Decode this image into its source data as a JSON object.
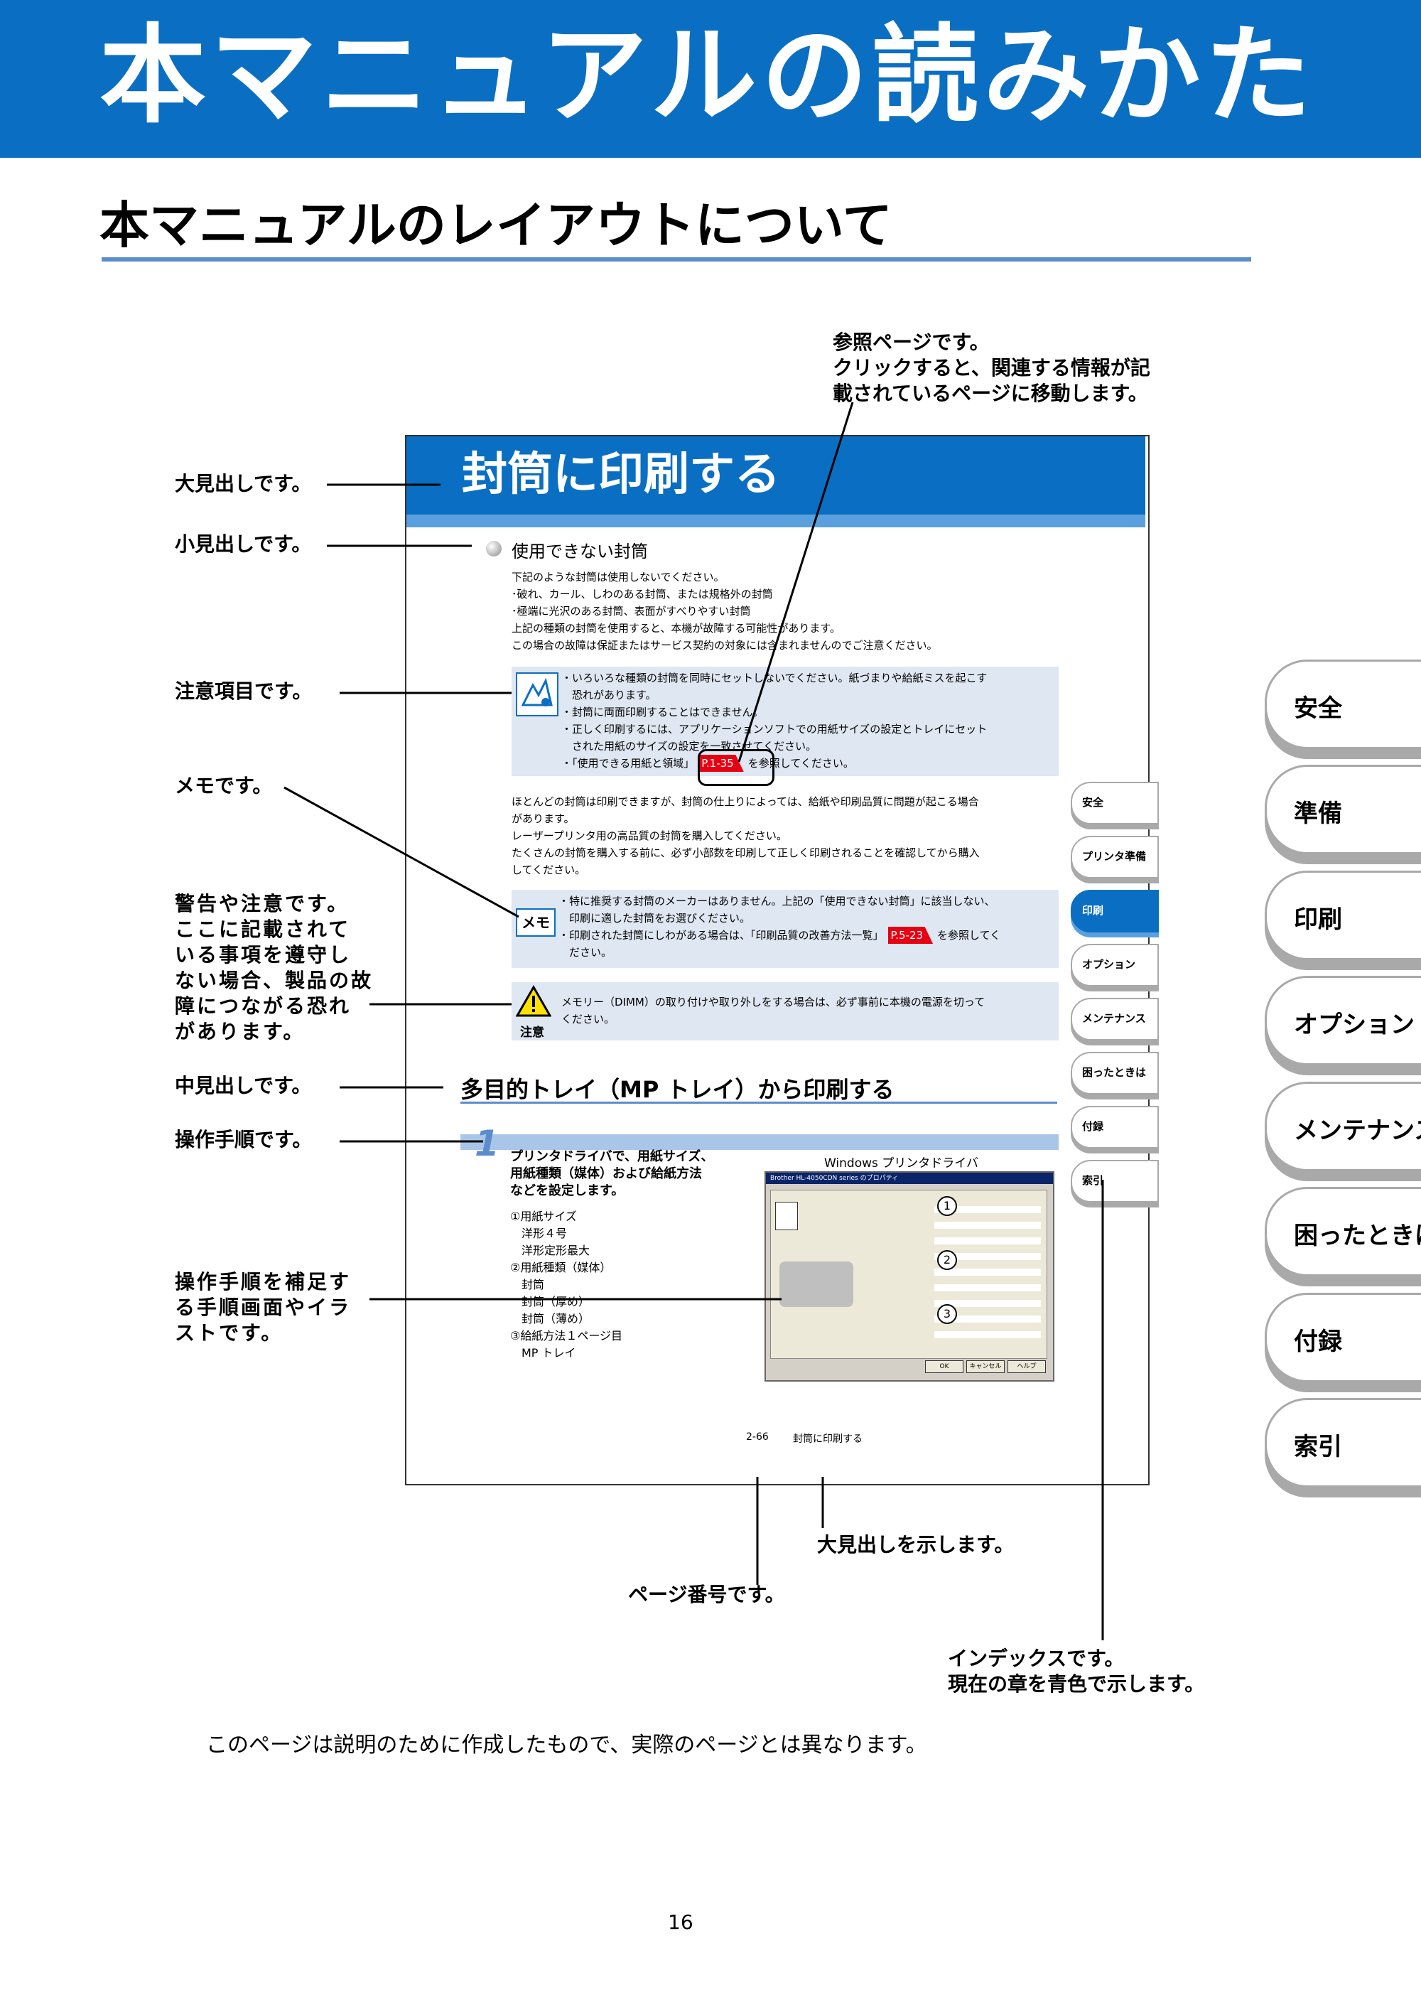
{
  "header": {
    "title": "本マニュアルの読みかた"
  },
  "section": {
    "title": "本マニュアルのレイアウトについて"
  },
  "chapter_tabs": [
    "安全",
    "準備",
    "印刷",
    "オプション",
    "メンテナンス",
    "困ったときは",
    "付録",
    "索引"
  ],
  "annotations": {
    "large_heading": "大見出しです。",
    "small_heading": "小見出しです。",
    "caution_item": "注意項目です。",
    "memo": "メモです。",
    "warning": [
      "警告や注意です。",
      "ここに記載されて",
      "いる事項を遵守し",
      "ない場合、製品の故",
      "障につながる恐れ",
      "があります。"
    ],
    "medium_heading": "中見出しです。",
    "procedure": "操作手順です。",
    "supplement": [
      "操作手順を補足す",
      "る手順画面やイラ",
      "ストです。"
    ],
    "reference_page": [
      "参照ページです。",
      "クリックすると、関連する情報が記",
      "載されているページに移動します。"
    ],
    "shows_heading": "大見出しを示します。",
    "page_number": "ページ番号です。",
    "index": [
      "インデックスです。",
      "現在の章を青色で示します。"
    ]
  },
  "sample_page": {
    "title": "封筒に印刷する",
    "small_heading": "使用できない封筒",
    "intro": [
      "下記のような封筒は使用しないでください。",
      "･破れ、カール、しわのある封筒、または規格外の封筒",
      "･極端に光沢のある封筒、表面がすべりやすい封筒",
      "上記の種類の封筒を使用すると、本機が故障する可能性があります。",
      "この場合の故障は保証またはサービス契約の対象には含まれませんのでご注意ください。"
    ],
    "caution": [
      "・いろいろな種類の封筒を同時にセットしないでください。紙づまりや給紙ミスを起こす",
      "　恐れがあります。",
      "・封筒に両面印刷することはできません。",
      "・正しく印刷するには、アプリケーションソフトでの用紙サイズの設定とトレイにセット",
      "　された用紙のサイズの設定を一致させてください。",
      "・「使用できる用紙と領域」",
      "を参照してください。"
    ],
    "ref1": "P.1-35",
    "body": [
      "ほとんどの封筒は印刷できますが、封筒の仕上りによっては、給紙や印刷品質に問題が起こる場合",
      "があります。",
      "レーザープリンタ用の高品質の封筒を購入してください。",
      "たくさんの封筒を購入する前に、必ず小部数を印刷して正しく印刷されることを確認してから購入",
      "してください。"
    ],
    "memo_label": "メモ",
    "memo": [
      "・特に推奨する封筒のメーカーはありません。上記の「使用できない封筒」に該当しない、",
      "　印刷に適した封筒をお選びください。",
      "・印刷された封筒にしわがある場合は、「印刷品質の改善方法一覧」",
      "を参照してく",
      "　ださい。"
    ],
    "ref2": "P.5-23",
    "warn_label": "注意",
    "warn": [
      "メモリー（DIMM）の取り付けや取り外しをする場合は、必ず事前に本機の電源を切って",
      "ください。"
    ],
    "medium_heading": "多目的トレイ（MP トレイ）から印刷する",
    "step_number": "1",
    "step_text": [
      "プリンタドライバで、用紙サイズ、",
      "用紙種類（媒体）および給紙方法",
      "などを設定します。"
    ],
    "step_list": [
      "①用紙サイズ",
      "　洋形４号",
      "　洋形定形最大",
      "②用紙種類（媒体）",
      "　封筒",
      "　封筒（厚め）",
      "　封筒（薄め）",
      "③給紙方法１ページ目",
      "　MP トレイ"
    ],
    "screenshot_caption": "Windows プリンタドライバ",
    "dialog_title": "Brother HL-4050CDN series のプロパティ",
    "dialog_buttons": [
      "OK",
      "キャンセル",
      "ヘルプ"
    ],
    "footer_page": "2-66",
    "footer_title": "封筒に印刷する",
    "mini_tabs": [
      "安全",
      "プリンタ準備",
      "印刷",
      "オプション",
      "メンテナンス",
      "困ったときは",
      "付録",
      "索引"
    ]
  },
  "footer_note": "このページは説明のために作成したもので、実際のページとは異なります。",
  "page_number": "16",
  "colors": {
    "brand_blue": "#0a6fc2",
    "rule_blue": "#5b8ccd",
    "panel": "#dfe7f2",
    "ref_red": "#e60012"
  }
}
